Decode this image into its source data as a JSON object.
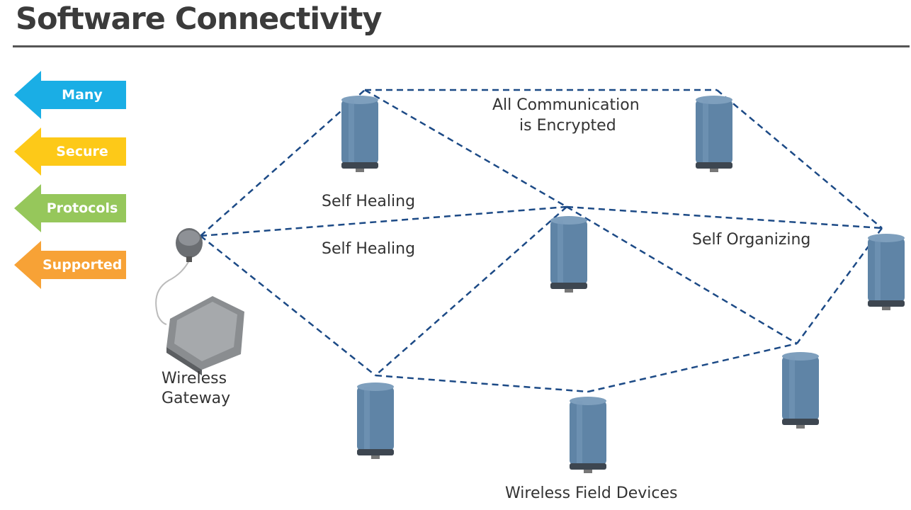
{
  "title": "Software Connectivity",
  "arrows": [
    {
      "label": "Many",
      "color": "#1aaee5"
    },
    {
      "label": "Secure",
      "color": "#fdc918"
    },
    {
      "label": "Protocols",
      "color": "#96c75b"
    },
    {
      "label": "Supported",
      "color": "#f7a236"
    }
  ],
  "labels": {
    "encrypted_1": "All Communication",
    "encrypted_2": "is Encrypted",
    "self_healing_1": "Self Healing",
    "self_healing_2": "Self Healing",
    "self_organizing": "Self Organizing",
    "gateway_1": "Wireless",
    "gateway_2": "Gateway",
    "field_devices": "Wireless Field Devices"
  },
  "colors": {
    "link": "#1c4a86",
    "device": "#5f84a6"
  }
}
